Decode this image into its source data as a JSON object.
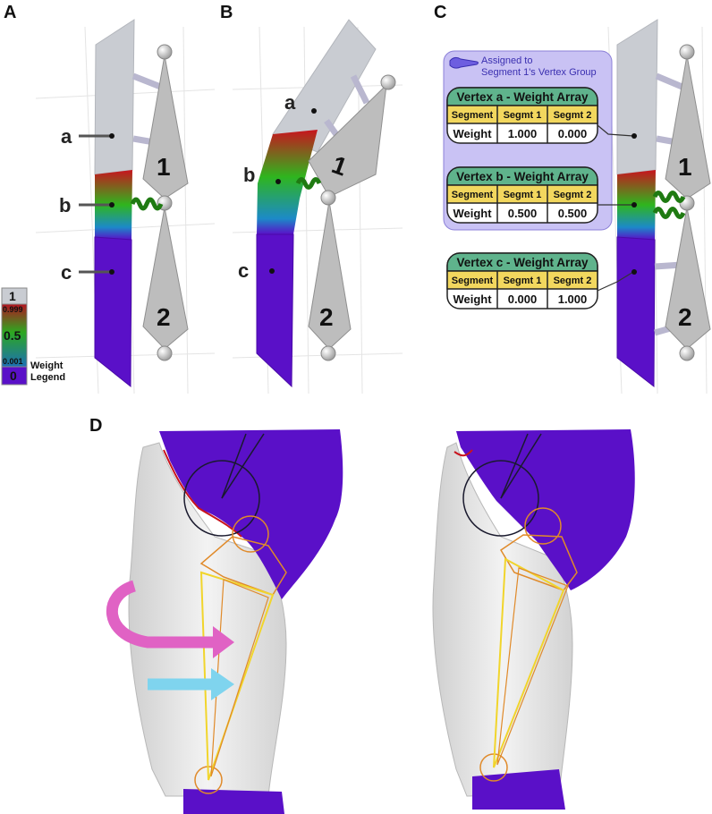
{
  "panels": {
    "a": "A",
    "b": "B",
    "c": "C",
    "d": "D"
  },
  "vertices": {
    "a": "a",
    "b": "b",
    "c": "c"
  },
  "segments": {
    "one": "1",
    "two": "2"
  },
  "legend": {
    "top_value": "1",
    "near_one": "0.999",
    "mid": "0.5",
    "near_zero": "0.001",
    "zero": "0",
    "label_line1": "Weight",
    "label_line2": "Legend"
  },
  "assigned_note": {
    "line1": "Assigned to",
    "line2": "Segment 1's Vertex Group"
  },
  "weight_tables": [
    {
      "title": "Vertex a - Weight Array",
      "headers": [
        "Segment",
        "Segmt 1",
        "Segmt 2"
      ],
      "row_label": "Weight",
      "values": [
        "1.000",
        "0.000"
      ]
    },
    {
      "title": "Vertex b - Weight Array",
      "headers": [
        "Segment",
        "Segmt 1",
        "Segmt 2"
      ],
      "row_label": "Weight",
      "values": [
        "0.500",
        "0.500"
      ]
    },
    {
      "title": "Vertex c - Weight Array",
      "headers": [
        "Segment",
        "Segmt 1",
        "Segmt 2"
      ],
      "row_label": "Weight",
      "values": [
        "0.000",
        "1.000"
      ]
    }
  ],
  "colors": {
    "weight_one": "#c9ccd2",
    "weight_zero": "#5a10c8",
    "gradient": [
      "#c8141e",
      "#2fb51e",
      "#1c8ac8",
      "#5a10c8"
    ],
    "table_header": "#5fb38c",
    "table_subheader": "#f2d75e",
    "note_box": "#c9c2f4",
    "bone": "#ebebeb",
    "mesh": "#5a10c8",
    "bone_frame": "#f1d52c",
    "joint_ring": "#e08a2a",
    "rotate_arrow": "#e062c4",
    "translate_arrow": "#7fd4ee"
  }
}
